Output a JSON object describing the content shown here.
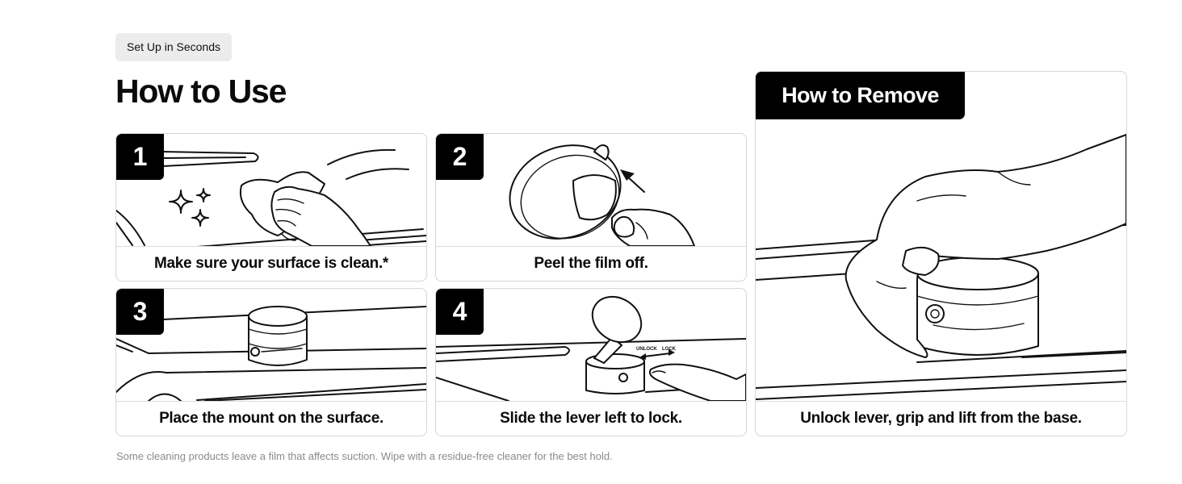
{
  "badge": "Set Up in Seconds",
  "heading": "How to Use",
  "steps": [
    {
      "number": "1",
      "caption": "Make sure your surface is clean.*",
      "icon": "wipe-surface-illustration"
    },
    {
      "number": "2",
      "caption": "Peel the film off.",
      "icon": "peel-film-illustration"
    },
    {
      "number": "3",
      "caption": "Place the mount on the surface.",
      "icon": "place-mount-illustration"
    },
    {
      "number": "4",
      "caption": "Slide the lever left to lock.",
      "icon": "slide-lever-illustration",
      "lever_labels": {
        "unlock": "UNLOCK",
        "lock": "LOCK"
      }
    }
  ],
  "remove": {
    "title": "How to Remove",
    "caption": "Unlock lever, grip and lift from the base.",
    "icon": "remove-mount-illustration"
  },
  "footnote": "Some cleaning products leave a film that affects suction. Wipe with a residue-free cleaner for the best hold.",
  "colors": {
    "accent": "#000000",
    "badge_bg": "#ececec",
    "border": "#d6d6d6",
    "muted_text": "#8a8a8a"
  }
}
